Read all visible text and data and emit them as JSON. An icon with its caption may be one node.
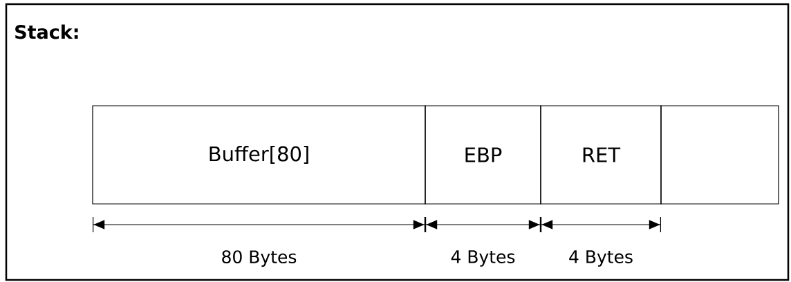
{
  "diagram": {
    "title": "Stack:",
    "nodes": [
      {
        "text": [
          "Buffer[80]"
        ]
      },
      {
        "text": [
          "EBP"
        ]
      },
      {
        "text": [
          "RET"
        ]
      },
      {
        "text": [],
        "shape": "box"
      }
    ],
    "labels": [
      "80 Bytes",
      "4 Bytes",
      "4 Bytes"
    ]
  }
}
